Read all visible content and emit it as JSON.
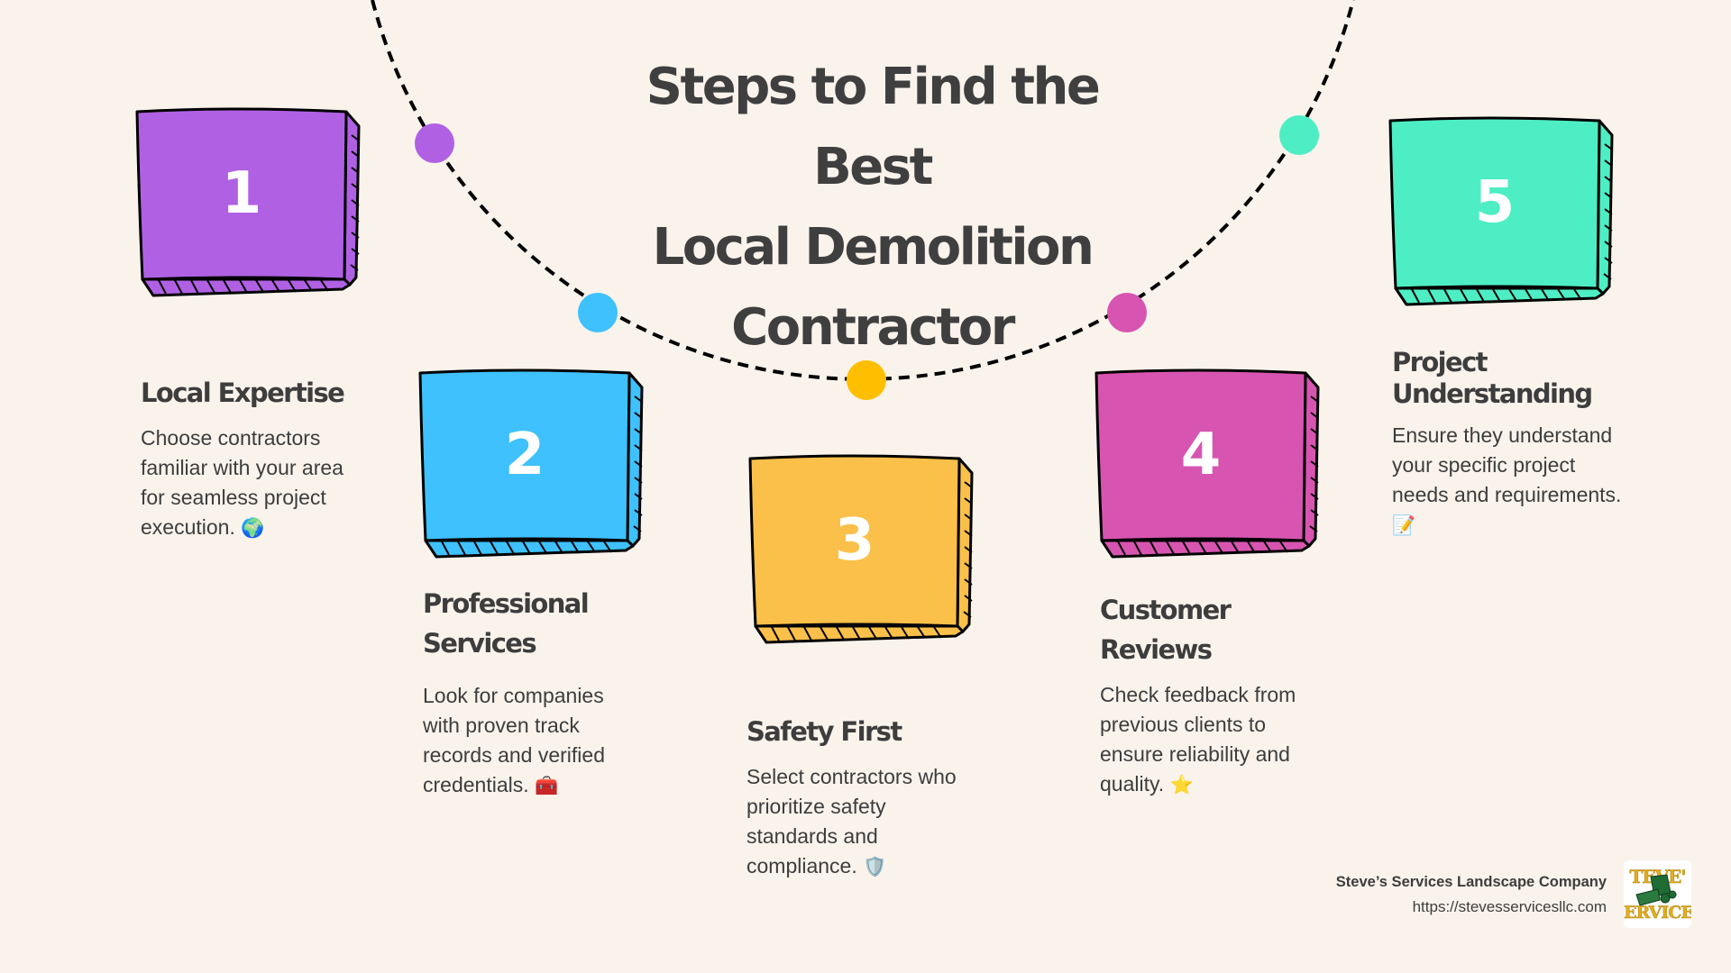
{
  "title": {
    "line1": "Steps to Find the Best",
    "line2": "Local Demolition",
    "line3": "Contractor"
  },
  "colors": {
    "background": "#faf3ec",
    "text": "#3d3d3d",
    "step1": "#b061e3",
    "step2": "#3ec1fc",
    "step3": "#fbc04a",
    "step4": "#d755b0",
    "step5": "#4eeec4",
    "dot3": "#ffbf00"
  },
  "steps": [
    {
      "number": "1",
      "heading": "Local Expertise",
      "heading_lines": [
        "Local Expertise"
      ],
      "body": "Choose contractors familiar with your area for seamless project execution.",
      "icon": "globe-icon",
      "emoji": "🌍"
    },
    {
      "number": "2",
      "heading": "Professional Services",
      "heading_lines": [
        "Professional",
        "Services"
      ],
      "body": "Look for companies with proven track records and verified credentials.",
      "icon": "toolbox-icon",
      "emoji": "🧰"
    },
    {
      "number": "3",
      "heading": "Safety First",
      "heading_lines": [
        "Safety First"
      ],
      "body": "Select contractors who prioritize safety standards and compliance.",
      "icon": "shield-icon",
      "emoji": "🛡️"
    },
    {
      "number": "4",
      "heading": "Customer Reviews",
      "heading_lines": [
        "Customer",
        "Reviews"
      ],
      "body": "Check feedback from previous clients to ensure reliability and quality.",
      "icon": "star-icon",
      "emoji": "⭐"
    },
    {
      "number": "5",
      "heading": "Project Understanding",
      "heading_lines": [
        "Project",
        "Understanding"
      ],
      "body": "Ensure they understand your specific project needs and requirements.",
      "icon": "memo-icon",
      "emoji": "📝"
    }
  ],
  "footer": {
    "company": "Steve’s Services Landscape Company",
    "url": "https://stevesservicesllc.com",
    "logo_top": "TEVE'",
    "logo_bottom": "ERVICE"
  }
}
